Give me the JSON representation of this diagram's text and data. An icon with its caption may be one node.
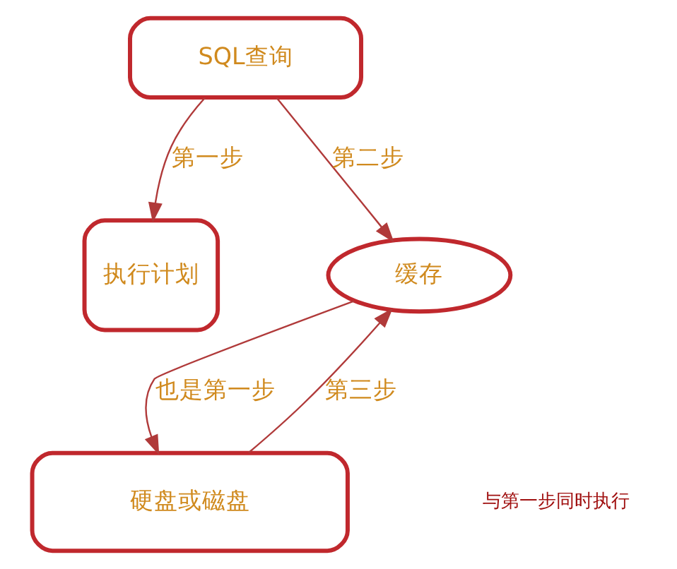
{
  "diagram": {
    "nodes": [
      {
        "text": [
          "SQL查询"
        ]
      },
      {
        "text": [
          "执行计划"
        ]
      },
      {
        "text": [
          "缓存"
        ]
      },
      {
        "text": [
          "硬盘或磁盘"
        ]
      }
    ],
    "edges": [
      {
        "from": 0,
        "to": 1,
        "arrow": "to",
        "label": "第一步"
      },
      {
        "from": 0,
        "to": 2,
        "arrow": "to",
        "label": "第二步"
      },
      {
        "from": 3,
        "to": 2,
        "arrow": "to",
        "label": "第三步"
      },
      {
        "from": 2,
        "to": 3,
        "arrow": "to",
        "label": "也是第一步"
      }
    ],
    "labels": [
      "与第一步同时执行"
    ]
  }
}
